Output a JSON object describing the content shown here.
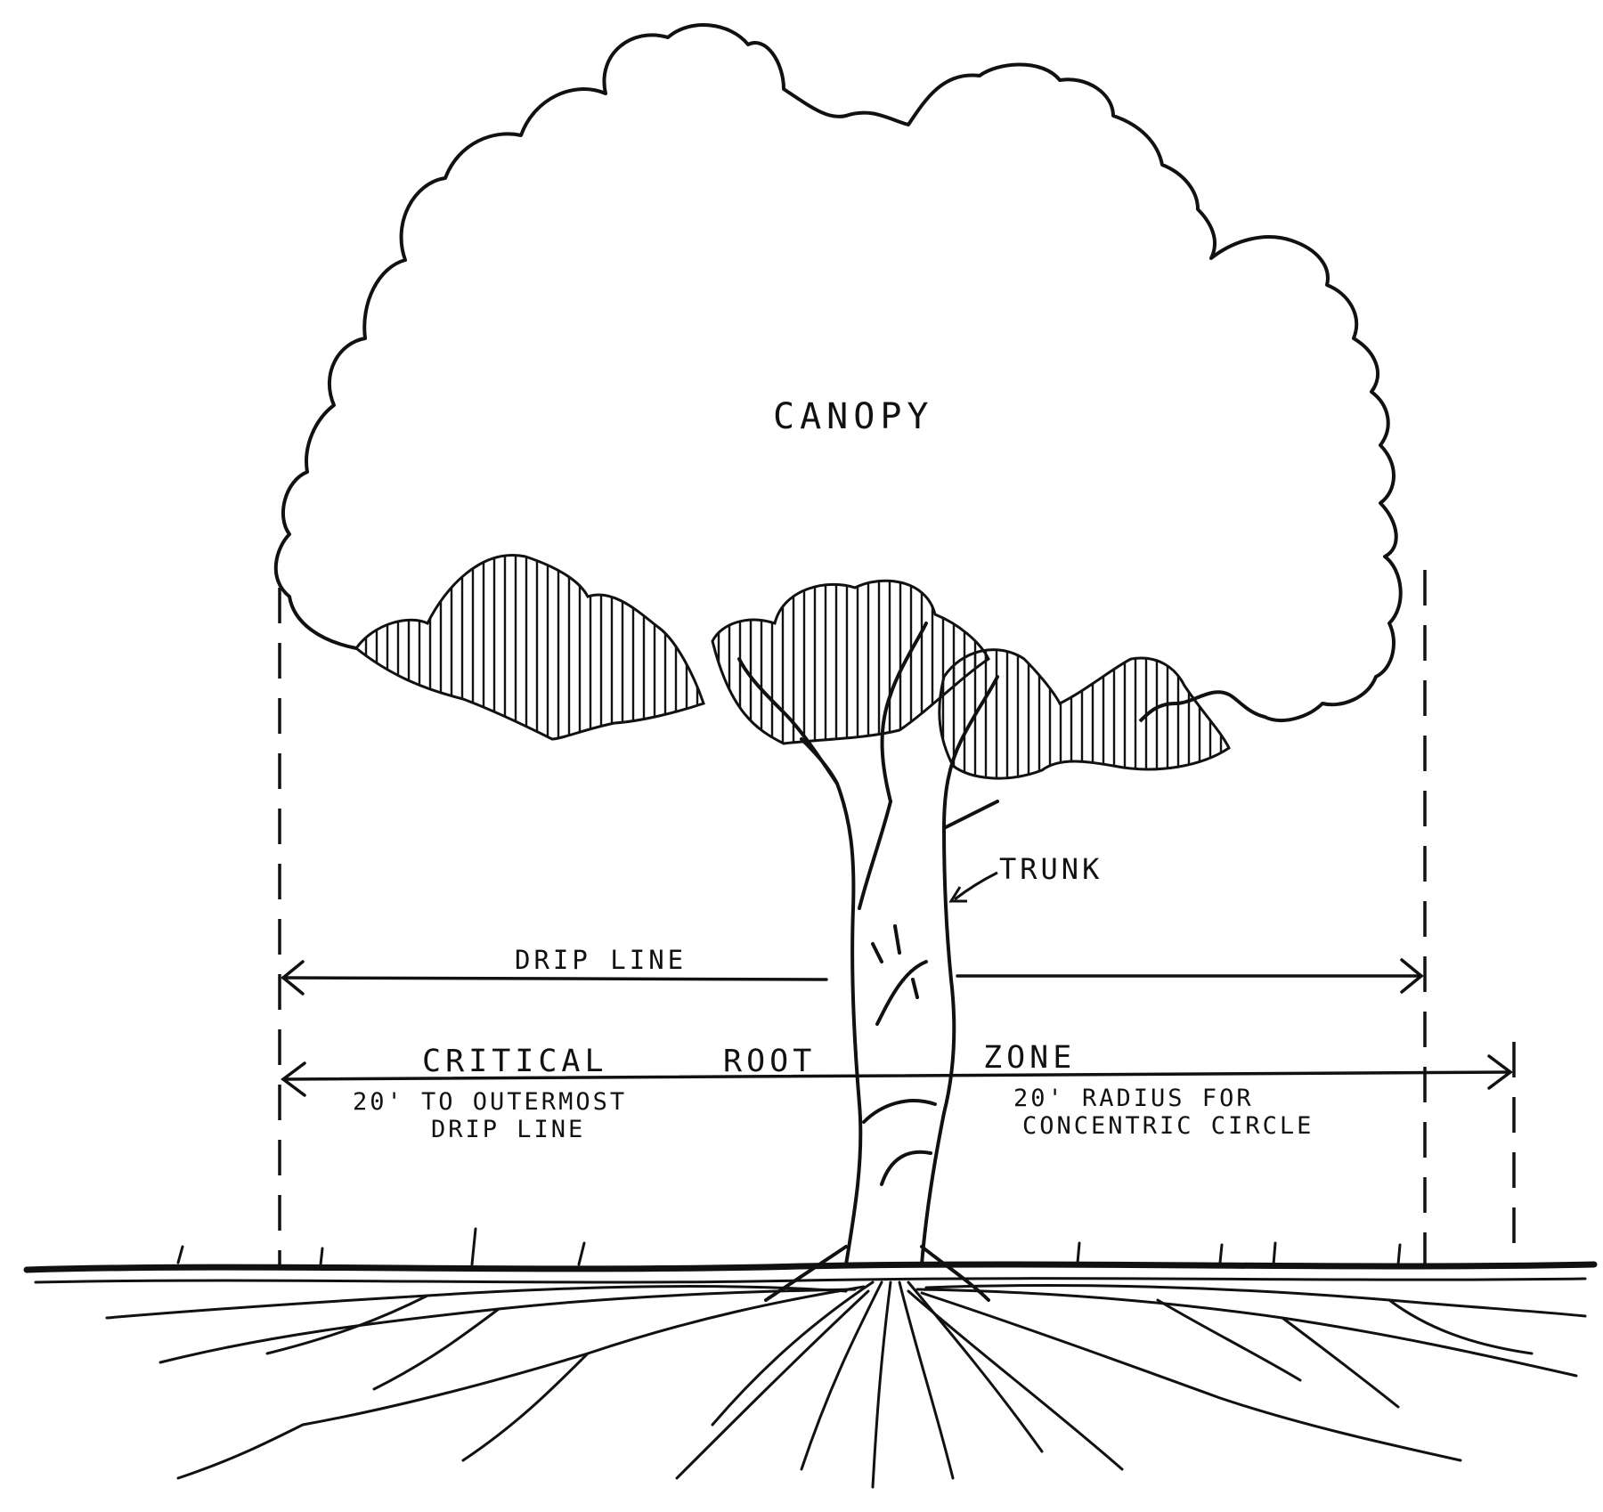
{
  "labels": {
    "canopy": "CANOPY",
    "trunk": "TRUNK",
    "drip_line": "DRIP LINE",
    "critical": "CRITICAL",
    "root": "ROOT",
    "zone": "ZONE",
    "left_note_line1": "20' TO OUTERMOST",
    "left_note_line2": "DRIP LINE",
    "right_note_line1": "20' RADIUS FOR",
    "right_note_line2": "CONCENTRIC CIRCLE"
  },
  "colors": {
    "ink": "#111111",
    "background": "#ffffff"
  }
}
